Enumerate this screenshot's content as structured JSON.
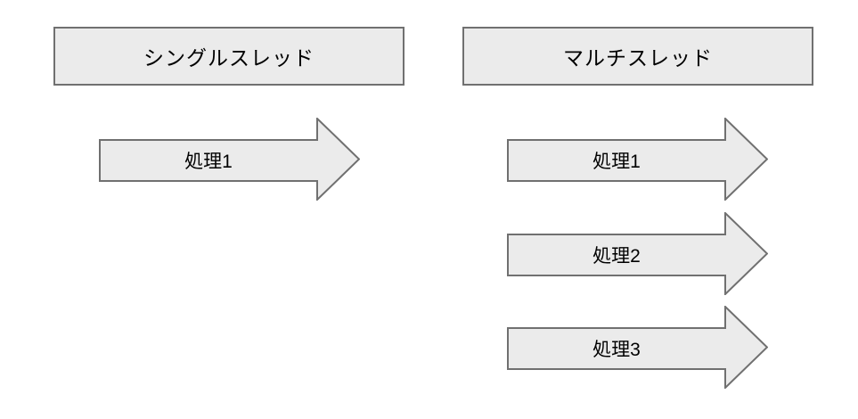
{
  "diagram": {
    "background_color": "#ffffff",
    "shape_fill_color": "#ebebeb",
    "shape_border_color": "#707070",
    "text_color": "#000000"
  },
  "panels": [
    {
      "title": "シングルスレッド",
      "processes": [
        "処理1"
      ]
    },
    {
      "title": "マルチスレッド",
      "processes": [
        "処理1",
        "処理2",
        "処理3"
      ]
    }
  ]
}
